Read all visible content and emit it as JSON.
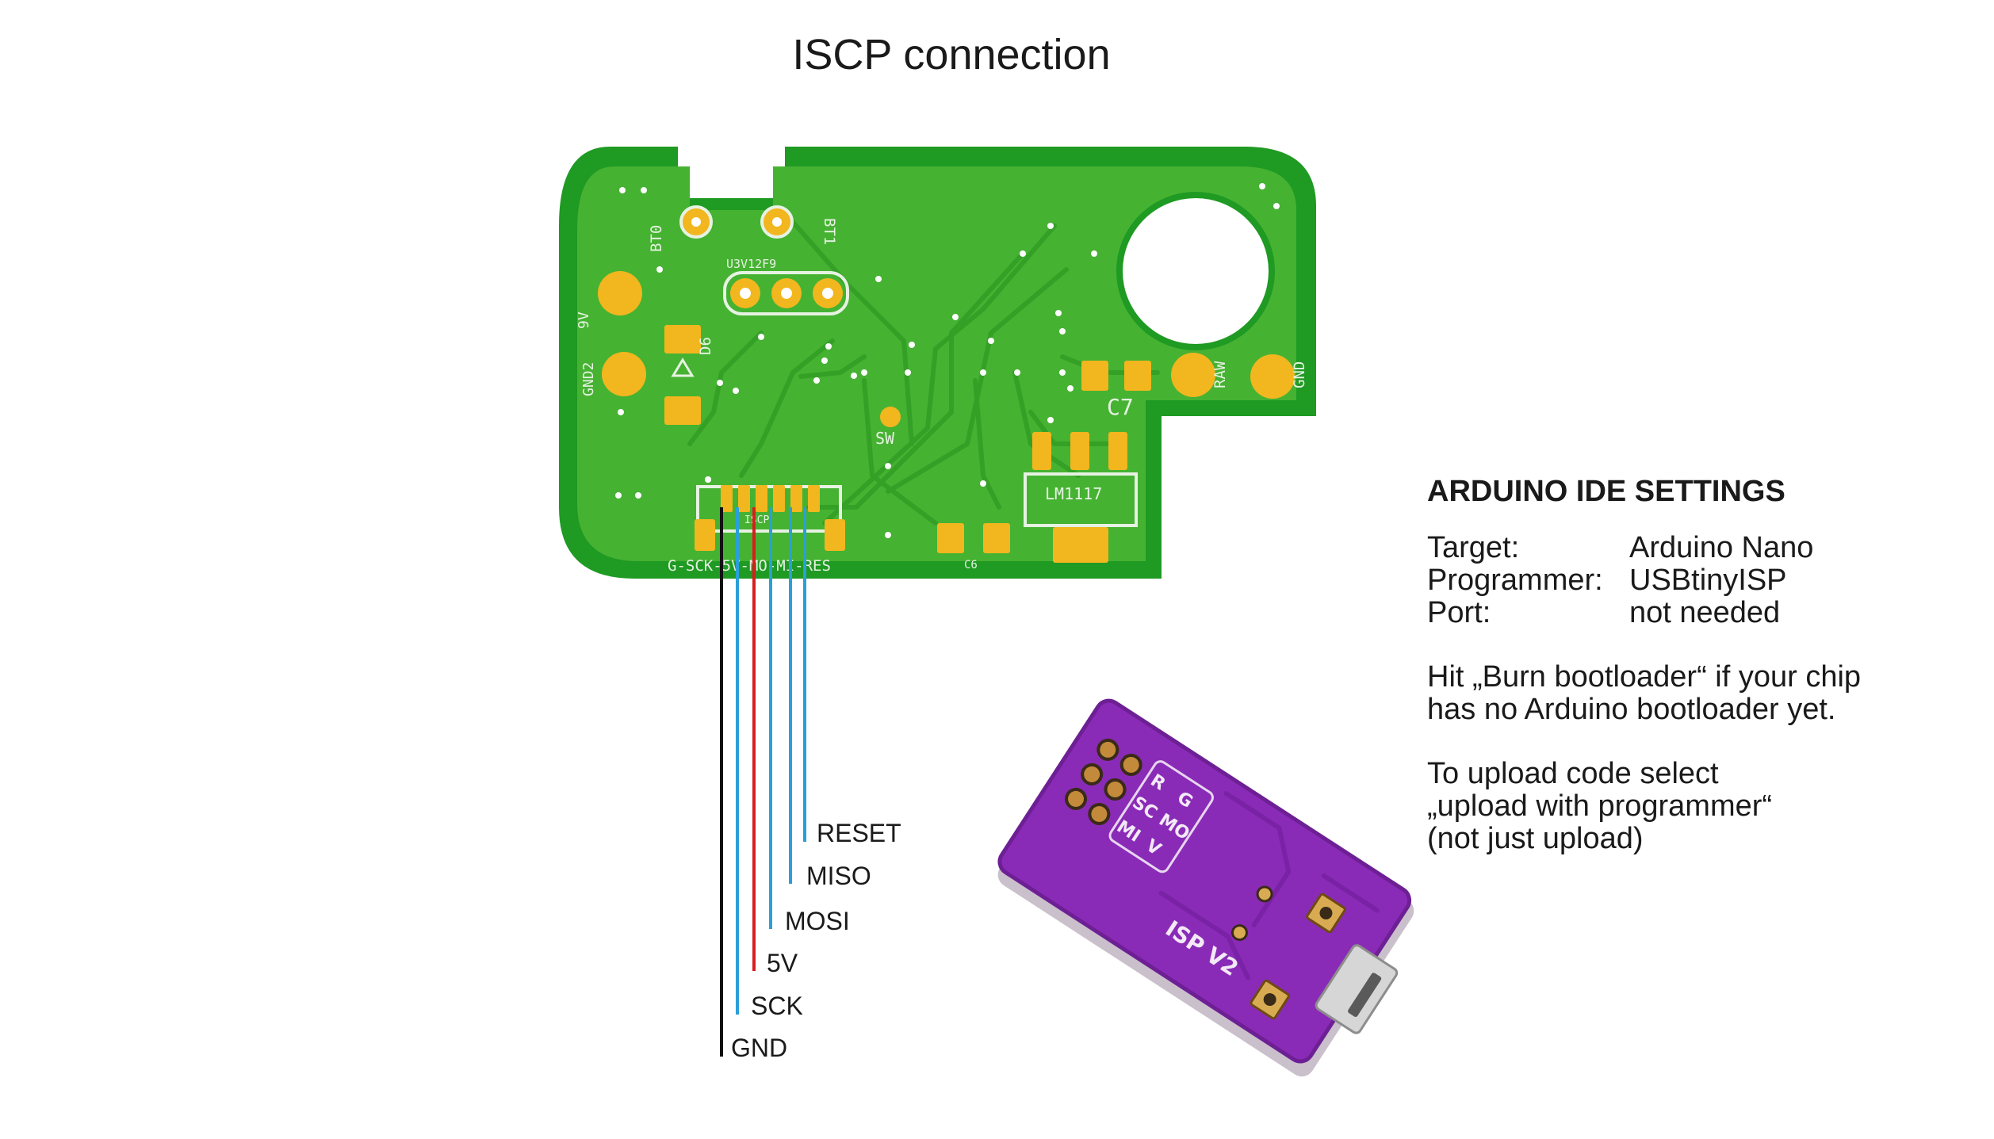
{
  "title": "ISCP connection",
  "pcb": {
    "labels": {
      "bt0": "BT0",
      "bt1": "BT1",
      "jumper": "U3V12F9",
      "v9": "9V",
      "gnd2": "GND2",
      "d6": "D6",
      "sw": "SW",
      "raw": "RAW",
      "gnd": "GND",
      "c7": "C7",
      "regulator": "LM1117",
      "c6": "C6",
      "iscp_header": "ISCP",
      "pinout": "G-SCK-5V-MO-MI-RES"
    }
  },
  "wires": [
    {
      "label": "RESET",
      "color": "#2a9fd8"
    },
    {
      "label": "MISO",
      "color": "#2a9fd8"
    },
    {
      "label": "MOSI",
      "color": "#2a9fd8"
    },
    {
      "label": "5V",
      "color": "#d81e1e"
    },
    {
      "label": "SCK",
      "color": "#2a9fd8"
    },
    {
      "label": "GND",
      "color": "#111111"
    }
  ],
  "programmer": {
    "board_label": "ISP V2",
    "pin_labels": [
      "R",
      "SC",
      "MI",
      "G",
      "MO",
      "V"
    ]
  },
  "settings": {
    "heading": "ARDUINO IDE SETTINGS",
    "rows": [
      {
        "key": "Target:",
        "value": "Arduino Nano"
      },
      {
        "key": "Programmer:",
        "value": "USBtinyISP"
      },
      {
        "key": "Port:",
        "value": "not needed"
      }
    ],
    "note1_line1": "Hit „Burn bootloader“ if your chip",
    "note1_line2": "has no Arduino bootloader yet.",
    "note2_line1": "To upload code select",
    "note2_line2": "„upload with programmer“",
    "note2_line3": "(not just upload)"
  },
  "colors": {
    "pcb_outer": "#1f9a23",
    "pcb_inner": "#46b232",
    "pad": "#f2b61e",
    "trace": "#3aa62a",
    "programmer": "#8a2bb7"
  }
}
